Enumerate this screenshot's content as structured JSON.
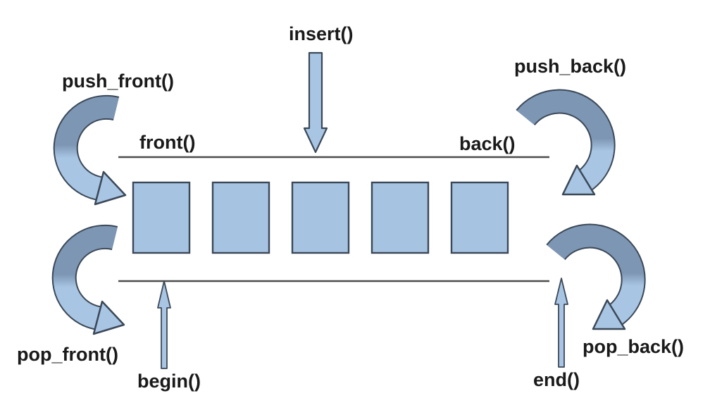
{
  "diagram": {
    "labels": {
      "insert": "insert()",
      "push_front": "push_front()",
      "push_back": "push_back()",
      "front": "front()",
      "back": "back()",
      "pop_front": "pop_front()",
      "begin": "begin()",
      "end": "end()",
      "pop_back": "pop_back()"
    },
    "deque": {
      "element_count": 5
    },
    "colors": {
      "background": "#ffffff",
      "element_fill": "#a6c4e2",
      "ribbon_dark": "#7d96b4",
      "ribbon_light": "#a8c6e4",
      "outline": "#3b4857",
      "line": "#4d4d4d",
      "text": "#1a1a1a"
    }
  }
}
